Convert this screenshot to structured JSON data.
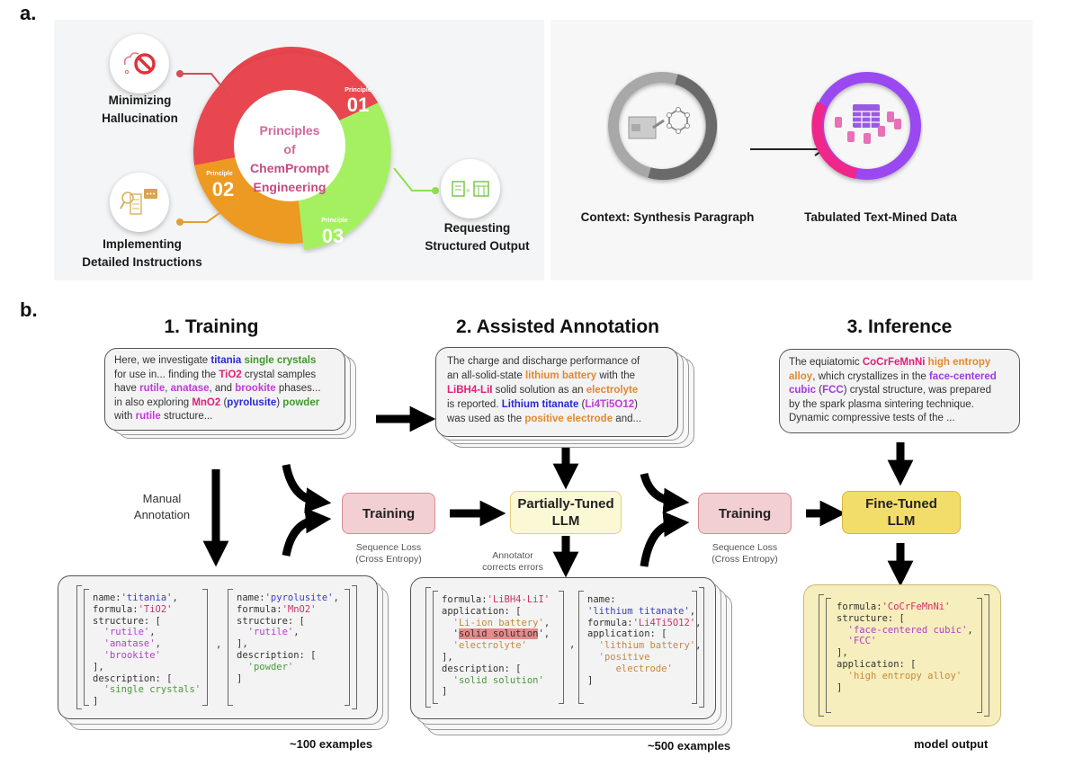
{
  "panel_a": {
    "label": "a.",
    "ring_title": [
      "Principles",
      "of",
      "ChemPrompt",
      "Engineering"
    ],
    "principles": [
      {
        "tag": "Principle",
        "number": "01",
        "title_lines": [
          "Minimizing",
          "Hallucination"
        ],
        "icon": "no-hallucination-icon",
        "color": "#e8464f"
      },
      {
        "tag": "Principle",
        "number": "02",
        "title_lines": [
          "Implementing",
          "Detailed Instructions"
        ],
        "icon": "instructions-icon",
        "color": "#ec9a22"
      },
      {
        "tag": "Principle",
        "number": "03",
        "title_lines": [
          "Requesting",
          "Structured Output"
        ],
        "icon": "structured-output-icon",
        "color": "#9ef05a"
      }
    ],
    "context_label": "Context: Synthesis Paragraph",
    "output_label": "Tabulated Text-Mined Data"
  },
  "panel_b": {
    "label": "b.",
    "steps": [
      {
        "title": "1. Training"
      },
      {
        "title": "2. Assisted Annotation"
      },
      {
        "title": "3. Inference"
      }
    ],
    "manual_annotation": [
      "Manual",
      "Annotation"
    ],
    "training_box": "Training",
    "sequence_loss": [
      "Sequence Loss",
      "(Cross Entropy)"
    ],
    "partial_llm": [
      "Partially-Tuned",
      "LLM"
    ],
    "fine_llm": [
      "Fine-Tuned",
      "LLM"
    ],
    "annotator_note": [
      "Annotator",
      "corrects errors"
    ],
    "count_100": "~100 examples",
    "count_500": "~500 examples",
    "model_output": "model output",
    "training_text": [
      [
        {
          "t": "Here, we investigate "
        },
        {
          "t": "titania",
          "c": "blue"
        },
        {
          "t": " "
        },
        {
          "t": "single crystals",
          "c": "green"
        }
      ],
      [
        {
          "t": "for use in... finding the "
        },
        {
          "t": "TiO2",
          "c": "pink"
        },
        {
          "t": " crystal samples"
        }
      ],
      [
        {
          "t": "have "
        },
        {
          "t": "rutile",
          "c": "mag"
        },
        {
          "t": ", "
        },
        {
          "t": "anatase",
          "c": "mag"
        },
        {
          "t": ", and "
        },
        {
          "t": "brookite",
          "c": "mag"
        },
        {
          "t": " phases..."
        }
      ],
      [
        {
          "t": "in also exploring "
        },
        {
          "t": "MnO2",
          "c": "pink"
        },
        {
          "t": " ("
        },
        {
          "t": "pyrolusite",
          "c": "blue"
        },
        {
          "t": ") "
        },
        {
          "t": "powder",
          "c": "green"
        }
      ],
      [
        {
          "t": "with "
        },
        {
          "t": "rutile",
          "c": "mag"
        },
        {
          "t": " structure..."
        }
      ]
    ],
    "annotation_text": [
      [
        {
          "t": "The charge and discharge performance of"
        }
      ],
      [
        {
          "t": "an all-solid-state "
        },
        {
          "t": "lithium battery",
          "c": "orange"
        },
        {
          "t": " with the"
        }
      ],
      [
        {
          "t": "LiBH4-LiI",
          "c": "pink"
        },
        {
          "t": " solid solution as an "
        },
        {
          "t": "electrolyte",
          "c": "orange"
        }
      ],
      [
        {
          "t": "is reported. "
        },
        {
          "t": "Lithium titanate",
          "c": "blue"
        },
        {
          "t": " ("
        },
        {
          "t": "Li4Ti5O12",
          "c": "mag"
        },
        {
          "t": ")"
        }
      ],
      [
        {
          "t": "was used as the "
        },
        {
          "t": "positive electrode",
          "c": "orange"
        },
        {
          "t": " and..."
        }
      ]
    ],
    "inference_text": [
      [
        {
          "t": "The equiatomic "
        },
        {
          "t": "CoCrFeMnNi",
          "c": "pink"
        },
        {
          "t": " "
        },
        {
          "t": "high entropy",
          "c": "orange"
        }
      ],
      [
        {
          "t": "alloy",
          "c": "orange"
        },
        {
          "t": ", which crystallizes in the "
        },
        {
          "t": "face-centered",
          "c": "violet"
        }
      ],
      [
        {
          "t": "cubic",
          "c": "violet"
        },
        {
          "t": " ("
        },
        {
          "t": "FCC",
          "c": "violet"
        },
        {
          "t": ") crystal structure, was prepared"
        }
      ],
      [
        {
          "t": "by the spark plasma sintering technique."
        }
      ],
      [
        {
          "t": "Dynamic compressive tests of the ..."
        }
      ]
    ],
    "training_json": [
      [
        [
          {
            "t": "name:"
          },
          {
            "t": "'titania'",
            "c": "blue"
          },
          {
            "t": ","
          }
        ],
        [
          {
            "t": "formula:"
          },
          {
            "t": "'TiO2'",
            "c": "pink"
          }
        ],
        [
          {
            "t": "structure: ["
          }
        ],
        [
          {
            "t": "  "
          },
          {
            "t": "'rutile'",
            "c": "mag"
          },
          {
            "t": ","
          }
        ],
        [
          {
            "t": "  "
          },
          {
            "t": "'anatase'",
            "c": "mag"
          },
          {
            "t": ","
          }
        ],
        [
          {
            "t": "  "
          },
          {
            "t": "'brookite'",
            "c": "mag"
          }
        ],
        [
          {
            "t": "],"
          }
        ],
        [
          {
            "t": "description: ["
          }
        ],
        [
          {
            "t": "  "
          },
          {
            "t": "'single crystals'",
            "c": "green"
          }
        ],
        [
          {
            "t": "]"
          }
        ]
      ],
      [
        [
          {
            "t": "name:"
          },
          {
            "t": "'pyrolusite'",
            "c": "blue"
          },
          {
            "t": ","
          }
        ],
        [
          {
            "t": "formula:"
          },
          {
            "t": "'MnO2'",
            "c": "pink"
          }
        ],
        [
          {
            "t": "structure: ["
          }
        ],
        [
          {
            "t": "  "
          },
          {
            "t": "'rutile'",
            "c": "mag"
          },
          {
            "t": ","
          }
        ],
        [
          {
            "t": "],"
          }
        ],
        [
          {
            "t": "description: ["
          }
        ],
        [
          {
            "t": "  "
          },
          {
            "t": "'powder'",
            "c": "green"
          }
        ],
        [
          {
            "t": "]"
          }
        ]
      ]
    ],
    "annotation_json": [
      [
        [
          {
            "t": "formula:"
          },
          {
            "t": "'LiBH4-LiI'",
            "c": "pink"
          }
        ],
        [
          {
            "t": "application: ["
          }
        ],
        [
          {
            "t": "  "
          },
          {
            "t": "'Li-ion battery'",
            "c": "orange"
          },
          {
            "t": ","
          }
        ],
        [
          {
            "t": "  '"
          },
          {
            "t": "solid solution",
            "c": "redbg"
          },
          {
            "t": "',"
          }
        ],
        [
          {
            "t": "  "
          },
          {
            "t": "'electrolyte'",
            "c": "orange"
          }
        ],
        [
          {
            "t": "],"
          }
        ],
        [
          {
            "t": "description: ["
          }
        ],
        [
          {
            "t": "  "
          },
          {
            "t": "'solid solution'",
            "c": "green"
          }
        ],
        [
          {
            "t": "]"
          }
        ]
      ],
      [
        [
          {
            "t": "name:"
          }
        ],
        [
          {
            "t": "'lithium titanate'",
            "c": "blue"
          },
          {
            "t": ","
          }
        ],
        [
          {
            "t": "formula:"
          },
          {
            "t": "'Li4Ti5O12'",
            "c": "pink"
          },
          {
            "t": ","
          }
        ],
        [
          {
            "t": "application: ["
          }
        ],
        [
          {
            "t": "  "
          },
          {
            "t": "'lithium battery'",
            "c": "orange"
          },
          {
            "t": ","
          }
        ],
        [
          {
            "t": "  "
          },
          {
            "t": "'positive",
            "c": "orange"
          }
        ],
        [
          {
            "t": "     "
          },
          {
            "t": "electrode'",
            "c": "orange"
          }
        ],
        [
          {
            "t": "]"
          }
        ]
      ]
    ],
    "inference_json": [
      [
        {
          "t": "formula:"
        },
        {
          "t": "'CoCrFeMnNi'",
          "c": "pink"
        }
      ],
      [
        {
          "t": "structure: ["
        }
      ],
      [
        {
          "t": "  "
        },
        {
          "t": "'face-centered cubic'",
          "c": "mag"
        },
        {
          "t": ","
        }
      ],
      [
        {
          "t": "  "
        },
        {
          "t": "'FCC'",
          "c": "mag"
        }
      ],
      [
        {
          "t": "],"
        }
      ],
      [
        {
          "t": "application: ["
        }
      ],
      [
        {
          "t": "  "
        },
        {
          "t": "'high entropy alloy'",
          "c": "orange"
        }
      ],
      [
        {
          "t": "]"
        }
      ]
    ]
  }
}
